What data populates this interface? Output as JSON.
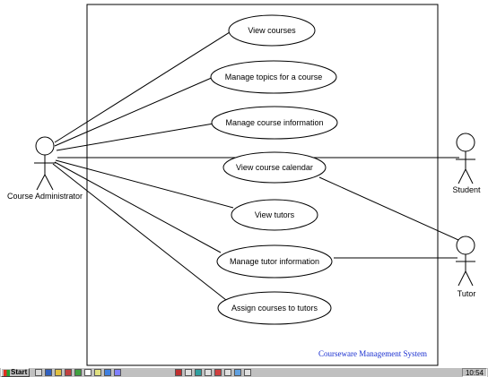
{
  "diagram": {
    "system_label": "Courseware Management System",
    "actors": {
      "course_admin": "Course Administrator",
      "student": "Student",
      "tutor": "Tutor"
    },
    "use_cases": {
      "view_courses": "View courses",
      "manage_topics": "Manage topics for a course",
      "manage_course_info": "Manage course information",
      "view_calendar": "View course calendar",
      "view_tutors": "View tutors",
      "manage_tutor_info": "Manage tutor information",
      "assign_courses": "Assign courses to tutors"
    }
  },
  "taskbar": {
    "start_label": "Start",
    "clock": "10:54"
  },
  "colors": {
    "system_label": "#1a2fd0",
    "taskbar": "#c0c0c0"
  }
}
